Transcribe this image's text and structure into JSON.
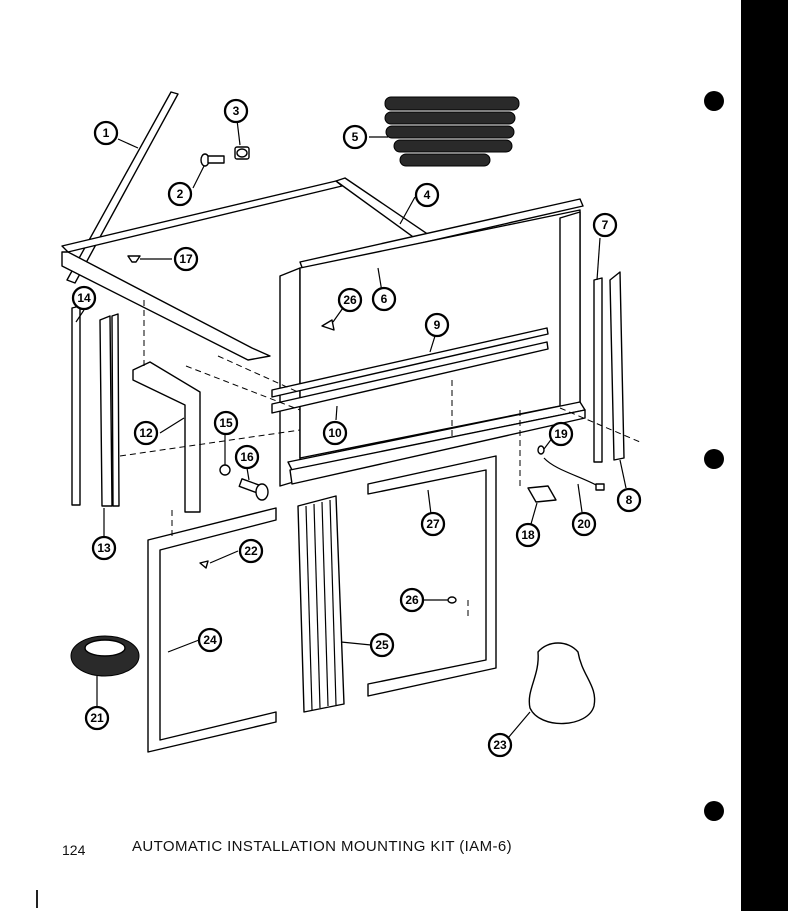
{
  "footer": {
    "page_number": "124",
    "caption": "AUTOMATIC INSTALLATION MOUNTING KIT (IAM-6)"
  },
  "callouts": [
    {
      "id": "1",
      "label": "1"
    },
    {
      "id": "2",
      "label": "2"
    },
    {
      "id": "3",
      "label": "3"
    },
    {
      "id": "4",
      "label": "4"
    },
    {
      "id": "5",
      "label": "5"
    },
    {
      "id": "6",
      "label": "6"
    },
    {
      "id": "7",
      "label": "7"
    },
    {
      "id": "8",
      "label": "8"
    },
    {
      "id": "9",
      "label": "9"
    },
    {
      "id": "10",
      "label": "10"
    },
    {
      "id": "12",
      "label": "12"
    },
    {
      "id": "13",
      "label": "13"
    },
    {
      "id": "14",
      "label": "14"
    },
    {
      "id": "15",
      "label": "15"
    },
    {
      "id": "16",
      "label": "16"
    },
    {
      "id": "17",
      "label": "17"
    },
    {
      "id": "18",
      "label": "18"
    },
    {
      "id": "19",
      "label": "19"
    },
    {
      "id": "20",
      "label": "20"
    },
    {
      "id": "21",
      "label": "21"
    },
    {
      "id": "22",
      "label": "22"
    },
    {
      "id": "23",
      "label": "23"
    },
    {
      "id": "24",
      "label": "24"
    },
    {
      "id": "25",
      "label": "25"
    },
    {
      "id": "26a",
      "label": "26"
    },
    {
      "id": "26b",
      "label": "26"
    },
    {
      "id": "27",
      "label": "27"
    }
  ],
  "colors": {
    "ink": "#000000",
    "paper": "#ffffff"
  }
}
